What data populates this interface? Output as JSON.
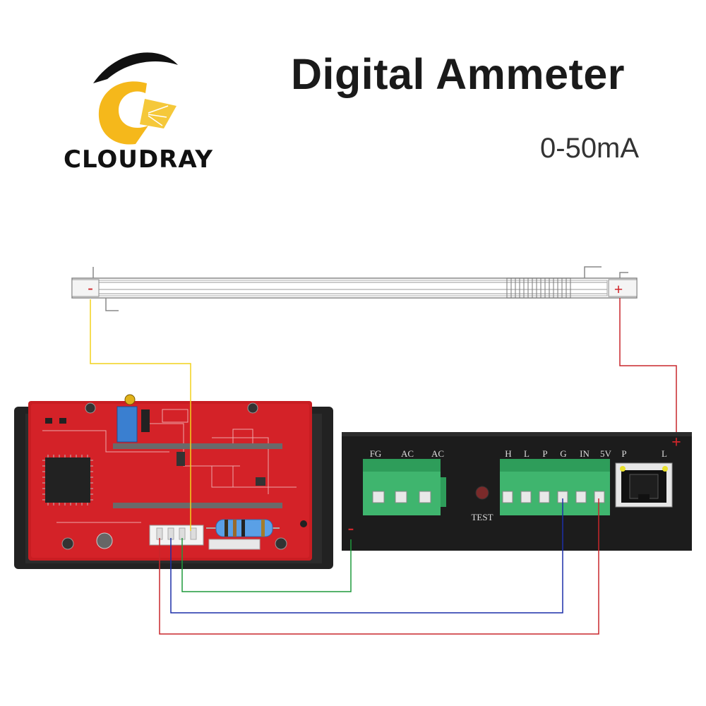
{
  "brand": {
    "name": "Cloudray",
    "logo_icon": "cloudray-c-logo-icon"
  },
  "title": "Digital Ammeter",
  "subtitle": "0-50mA",
  "laser_tube": {
    "neg_label": "-",
    "pos_label": "+"
  },
  "power_supply": {
    "left_terminals": [
      "FG",
      "AC",
      "AC"
    ],
    "right_terminals": [
      "H",
      "L",
      "P",
      "G",
      "IN",
      "5V"
    ],
    "led_labels": [
      "P",
      "L"
    ],
    "test_label": "TEST",
    "pos_marker": "+",
    "neg_marker": "-"
  },
  "wire_colors": {
    "yellow": "#f2d21b",
    "red": "#c8262b",
    "green": "#1f9a3c",
    "blue": "#1c2fa8"
  }
}
